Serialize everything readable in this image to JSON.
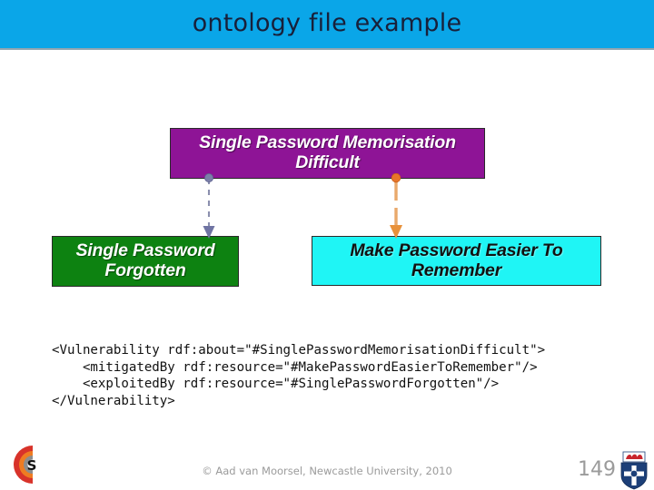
{
  "header": {
    "title": "ontology file example",
    "bar_color": "#0aa6e8",
    "title_color": "#18203a"
  },
  "diagram": {
    "nodes": [
      {
        "id": "vulnerability",
        "label": "Single Password Memorisation Difficult",
        "fill": "#8e1496",
        "text_color": "#ffffff"
      },
      {
        "id": "exploit",
        "label": "Single Password Forgotten",
        "fill": "#0d8211",
        "text_color": "#ffffff"
      },
      {
        "id": "mitigation",
        "label": "Make Password Easier To Remember",
        "fill": "#1ff5f5",
        "text_color": "#111111"
      }
    ],
    "connectors": [
      {
        "id": "exploited-by",
        "from": "vulnerability",
        "to": "exploit",
        "color": "#7b7fa8",
        "style": "dashed"
      },
      {
        "id": "mitigated-by",
        "from": "vulnerability",
        "to": "mitigation",
        "color": "#e8913a",
        "style": "solid-gap"
      }
    ]
  },
  "code": {
    "text": "<Vulnerability rdf:about=\"#SinglePasswordMemorisationDifficult\">\n    <mitigatedBy rdf:resource=\"#MakePasswordEasierToRemember\"/>\n    <exploitedBy rdf:resource=\"#SinglePasswordForgotten\"/>\n</Vulnerability>"
  },
  "footer": {
    "credit": "© Aad van Moorsel, Newcastle University, 2010",
    "page_number": "149",
    "cs_logo_letter": "S",
    "text_color": "#9b9b9b"
  }
}
